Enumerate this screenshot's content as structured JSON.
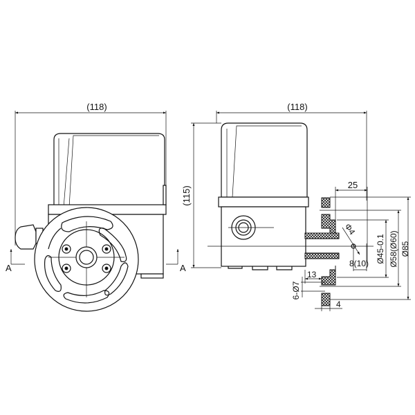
{
  "left_view": {
    "width_dim": "(118)",
    "section_mark_left": "A",
    "section_mark_right": "A"
  },
  "side_view": {
    "width_dim": "(118)",
    "height_dim": "(115)",
    "flange_depth": "25",
    "hole_dia": "Φ4",
    "spigot_dia": "Ø45-0.1",
    "pcd_dia": "Ø58(Ø60)",
    "flange_dia": "Ø85",
    "shaft_dim": "8(10)",
    "offset_dim": "13",
    "bolt_holes": "6-Ø7",
    "flange_thickness": "4"
  }
}
